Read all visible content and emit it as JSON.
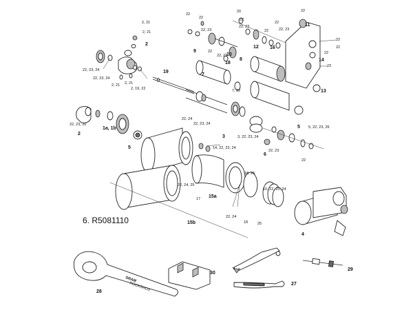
{
  "kit_label": "6. R5081110",
  "labels": {
    "p2_21a": "2, 21",
    "p2_21b": "2, 21",
    "p2": "2",
    "p22_23_24a": "22, 23, 24",
    "p22_23_24b": "22, 23, 24",
    "p2_21c": "2, 21",
    "p2_21d": "2, 21",
    "p2_19_22": "2, 19, 22",
    "p19": "19",
    "p22_23_26": "22, 23, 26",
    "p2b": "2",
    "p1a_1b": "1a, 1b",
    "p5a": "5",
    "p22_24": "22, 24",
    "p22_23_24c": "22, 23, 24",
    "p3": "3",
    "p3_22_23_24": "3, 22, 23, 24",
    "p7": "7",
    "p7_22": "7, 22",
    "p8": "8",
    "p9": "9",
    "p10": "10",
    "p12": "12",
    "p11": "11",
    "p13": "13",
    "p14": "14",
    "p16": "16",
    "p18": "18",
    "p22a": "22",
    "p22b": "22",
    "p22c": "22",
    "p22d": "22",
    "p22e": "22",
    "p22f": "22",
    "p22g": "22",
    "p22h": "22",
    "p22i": "22",
    "p22j": "22",
    "p22_23a": "22, 23",
    "p22_23b": "22, 23",
    "p22_23c": "22, 23",
    "p22_23d": "22, 23",
    "p23": "23",
    "p20": "20",
    "p5b": "5",
    "p22_23_26b": "5, 22, 23, 26",
    "p6": "6",
    "p22k": "22",
    "p14_22_23_24": "14, 22, 23, 24",
    "p18_25": "18, 25",
    "p22_24_25": "22, 24, 25",
    "p17": "17",
    "p15a": "15a",
    "p15b": "15b",
    "p10_22_23_24": "10, 22, 23, 24",
    "p18b": "18",
    "p25": "25",
    "p4": "4",
    "p28": "28",
    "p30": "30",
    "p27": "27",
    "p29": "29"
  },
  "tool_text": {
    "wrench_brand": "SRAM",
    "wrench_sub": "ROCKSHOX"
  }
}
